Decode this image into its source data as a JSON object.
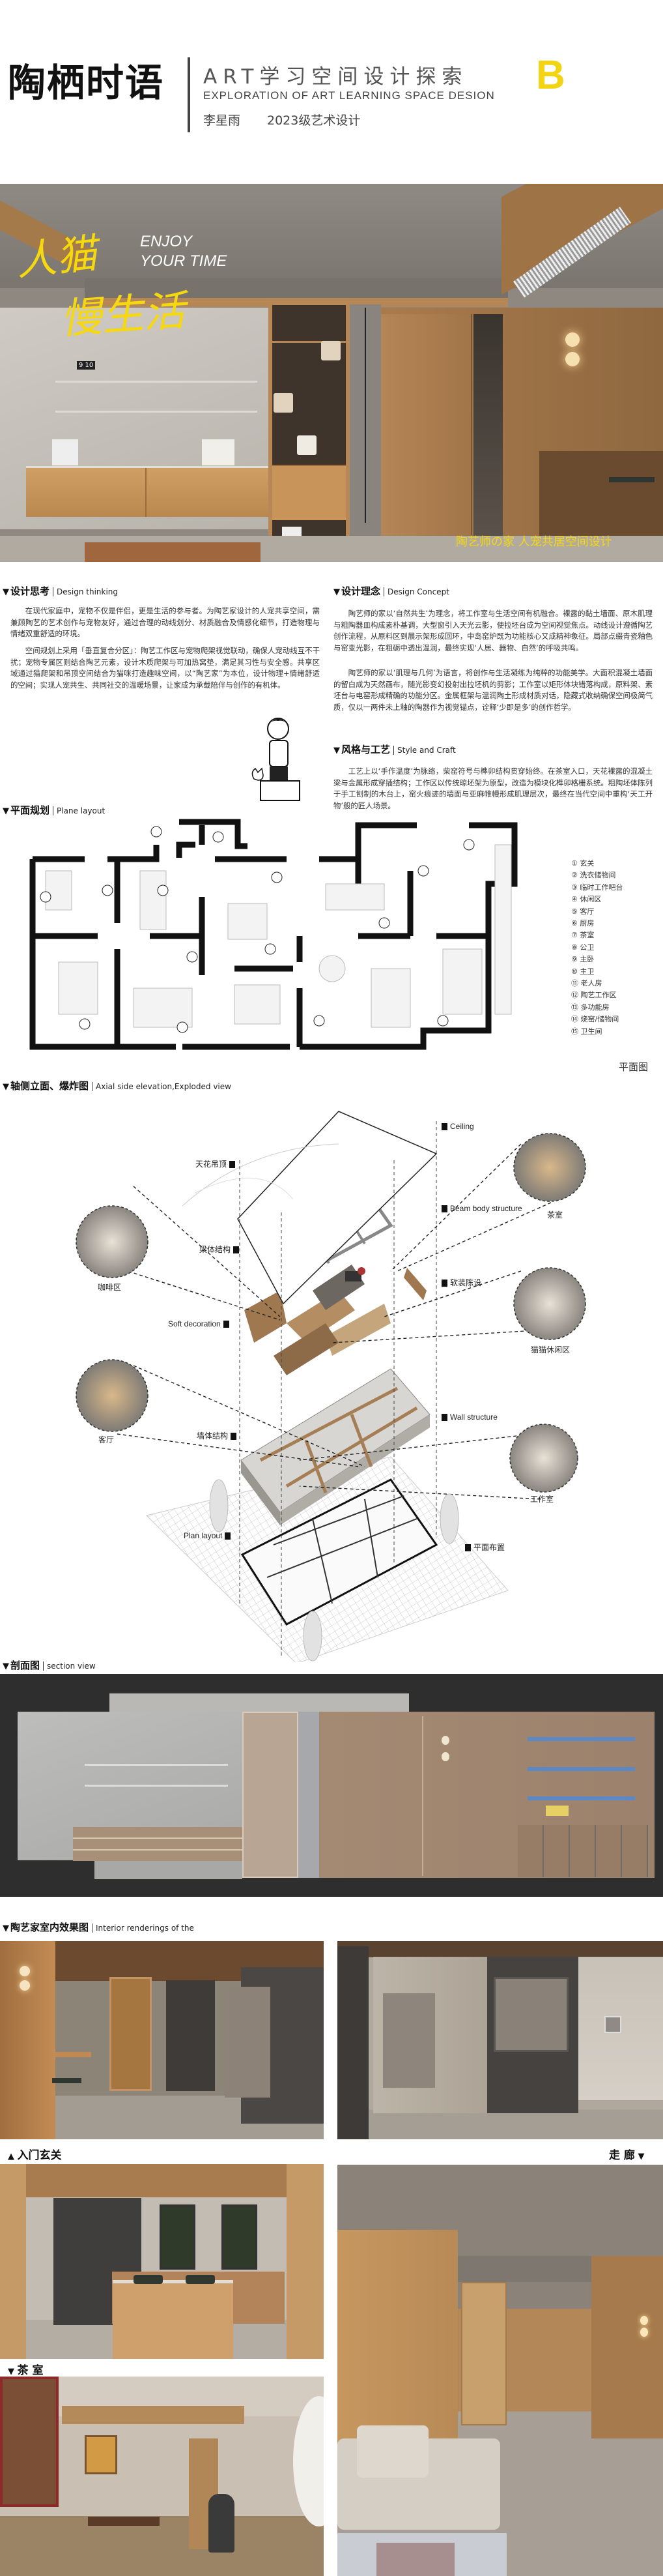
{
  "header": {
    "title": "陶栖时语",
    "title_cn": "ART学习空间设计探索",
    "subtitle": "EXPLORATION OF ART LEARNING SPACE DESION",
    "author": "李星雨",
    "class": "2023级艺术设计",
    "badge": "B",
    "badge_color": "#f2d413"
  },
  "hero": {
    "slogan_1": "人猫",
    "slogan_2": "慢生活",
    "enjoy": "ENJOY",
    "your_time": "YOUR TIME",
    "caption": "陶艺师の家 人宠共居空间设计",
    "clock": "9 10"
  },
  "design_thinking": {
    "title_cn": "设计思考",
    "title_en": "Design thinking",
    "paragraphs": [
      "在现代家庭中，宠物不仅是伴侣，更是生活的参与者。为陶艺家设计的人宠共享空间，需兼顾陶艺的艺术创作与宠物友好，通过合理的动线划分、材质融合及情感化细节，打造物理与情绪双重舒适的环境。",
      "空间规划上采用「垂直复合分区」：陶艺工作区与宠物爬架视觉联动，确保人宠动线互不干扰；宠物专属区则结合陶艺元素，设计木质爬架与可加热窝垫，满足其习性与安全感。共享区域通过猫爬架和吊顶空间结合为猫咪打造趣味空间，以“陶艺家”为本位，设计物理+情绪舒适的空间；实现人宠共生、共同社交的温暖场景，让家成为承载陪伴与创作的有机体。"
    ]
  },
  "design_concept": {
    "title_cn": "设计理念",
    "title_en": "Design Concept",
    "paragraphs": [
      "陶艺师的家以‘自然共生’为理念，将工作室与生活空间有机融合。裸露的黏土墙面、原木肌理与粗陶器皿构成素朴基调，大型窗引入天光云影，使拉坯台成为空间视觉焦点。动线设计遵循陶艺创作流程，从原料区到展示架形成回环，中岛窑炉既为功能核心又成精神象征。局部点缀青瓷釉色与窑变光影，在粗砺中透出温润，最终实现‘人居、器物、自然’的呼吸共鸣。",
      "陶艺师的家以‘肌理与几何’为语言，将创作与生活凝练为纯粹的功能美学。大面积混凝土墙面的留白成为天然画布，随光影变幻投射出拉坯机的剪影；工作室以矩形体块错落构成，原料架、素坯台与电窑形成精确的功能分区。金属框架与温润陶土形成材质对话，隐藏式收纳确保空间极简气质，仅以一两件未上釉的陶器作为视觉锚点，诠释‘少即是多’的创作哲学。"
    ]
  },
  "style_craft": {
    "title_cn": "风格与工艺",
    "title_en": "Style and Craft",
    "paragraphs": [
      "工艺上以‘手作温度’为脉络，柴窑符号与榫卯结构贯穿始终。在茶室入口，天花裸露的混凝土梁与金属形成穿插结构；工作区以传统晾坯架为原型，改造为模块化榫卯格栅系统。粗陶坯体陈列于手工刨制的木台上，窑火痕迹的墙面与亚麻帷幔形成肌理层次，最终在当代空间中重构‘天工开物’般的匠人场景。"
    ]
  },
  "plane_layout": {
    "title_cn": "平面规划",
    "title_en": "Plane layout",
    "caption": "平面图",
    "legend": [
      {
        "num": "①",
        "label": "玄关"
      },
      {
        "num": "②",
        "label": "洗衣储物间"
      },
      {
        "num": "③",
        "label": "临时工作吧台"
      },
      {
        "num": "④",
        "label": "休闲区"
      },
      {
        "num": "⑤",
        "label": "客厅"
      },
      {
        "num": "⑥",
        "label": "厨房"
      },
      {
        "num": "⑦",
        "label": "茶室"
      },
      {
        "num": "⑧",
        "label": "公卫"
      },
      {
        "num": "⑨",
        "label": "主卧"
      },
      {
        "num": "⑩",
        "label": "主卫"
      },
      {
        "num": "⑪",
        "label": "老人房"
      },
      {
        "num": "⑫",
        "label": "陶艺工作区"
      },
      {
        "num": "⑬",
        "label": "多功能房"
      },
      {
        "num": "⑭",
        "label": "烧窑/储物间"
      },
      {
        "num": "⑮",
        "label": "卫生间"
      }
    ]
  },
  "axial": {
    "title_cn": "轴侧立面、爆炸图",
    "title_en": "Axial side elevation,Exploded view",
    "layer_labels_en": [
      "Ceiling",
      "Beam body structure",
      "Soft decoration",
      "Wall structure",
      "Plan layout"
    ],
    "layer_labels_cn": [
      "天花吊顶",
      "梁体结构",
      "软装陈设",
      "墙体结构",
      "平面布置"
    ],
    "callouts": [
      "茶室",
      "咖啡区",
      "猫猫休闲区",
      "客厅",
      "工作室"
    ]
  },
  "section_view": {
    "title_cn": "剖面图",
    "title_en": "section view"
  },
  "interior": {
    "title_cn": "陶艺家室内效果图",
    "title_en": "Interior renderings of the",
    "captions": {
      "entrance": "入门玄关",
      "corridor": "走 廊",
      "tea_room": "茶 室"
    }
  }
}
